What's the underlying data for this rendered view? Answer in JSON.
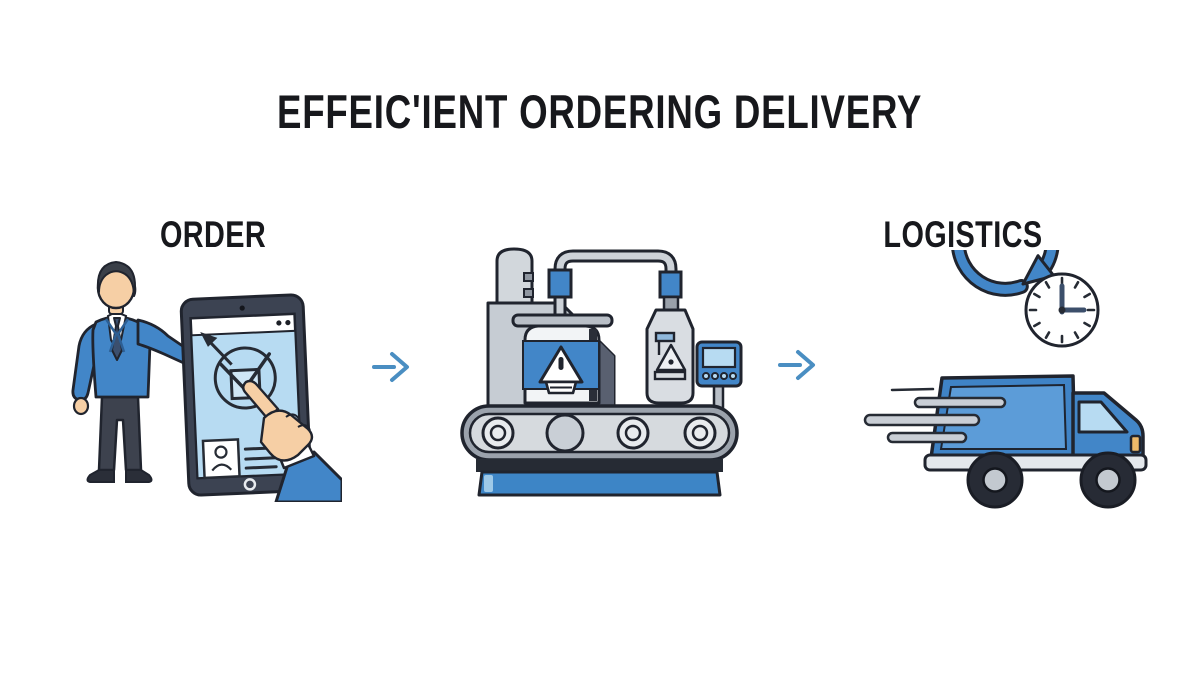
{
  "title": "EFFEIC'IENT ORDERING DELIVERY",
  "steps": [
    {
      "label": "ORDER",
      "icon": "person-ordering-on-tablet"
    },
    {
      "label": "",
      "icon": "factory-conveyor-machine"
    },
    {
      "label": "LOGISTICS",
      "icon": "delivery-truck-with-clock"
    }
  ],
  "connectors": [
    {
      "icon": "right-arrow"
    },
    {
      "icon": "right-arrow"
    }
  ],
  "colors": {
    "accent_blue": "#4286c8",
    "base_blue": "#3d85c6",
    "light_blue": "#b7dbf2",
    "outline": "#20242e",
    "arrow_blue": "#4a8ec2",
    "gray": "#c3c9d0",
    "skin": "#f6cfa5",
    "text": "#17181c",
    "background": "#ffffff"
  }
}
